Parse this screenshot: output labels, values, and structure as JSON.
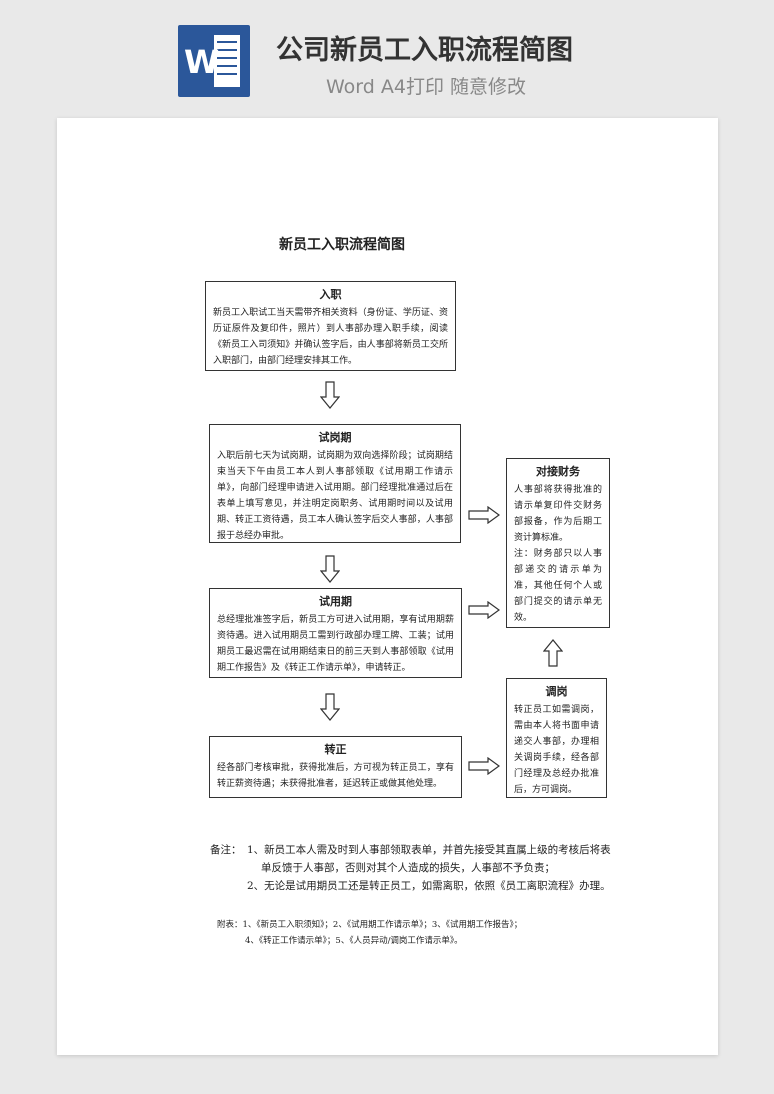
{
  "header": {
    "title": "公司新员工入职流程简图",
    "subtitle": "Word A4打印 随意修改",
    "icon_letter": "W"
  },
  "document": {
    "title": "新员工入职流程简图",
    "steps": [
      {
        "title": "入职",
        "body": "新员工入职试工当天需带齐相关资料（身份证、学历证、资历证原件及复印件，照片）到人事部办理入职手续，阅读《新员工入司须知》并确认签字后，由人事部将新员工交所入职部门，由部门经理安排其工作。"
      },
      {
        "title": "试岗期",
        "body": "入职后前七天为试岗期，试岗期为双向选择阶段；试岗期结束当天下午由员工本人到人事部领取《试用期工作请示单》，向部门经理申请进入试用期。部门经理批准通过后在表单上填写意见，并注明定岗职务、试用期时间以及试用期、转正工资待遇，员工本人确认签字后交人事部，人事部报于总经办审批。"
      },
      {
        "title": "试用期",
        "body": "总经理批准签字后，新员工方可进入试用期，享有试用期薪资待遇。进入试用期员工需到行政部办理工牌、工装；试用期员工最迟需在试用期结束日的前三天到人事部领取《试用期工作报告》及《转正工作请示单》，申请转正。"
      },
      {
        "title": "转正",
        "body": "经各部门考核审批，获得批准后，方可视为转正员工，享有转正薪资待遇；未获得批准者，延迟转正或做其他处理。"
      }
    ],
    "finance": {
      "title": "对接财务",
      "body": "人事部将获得批准的请示单复印件交财务部报备，作为后期工资计算标准。",
      "note": "注：财务部只以人事部递交的请示单为准，其他任何个人或部门提交的请示单无效。"
    },
    "transfer": {
      "title": "调岗",
      "body": "转正员工如需调岗，需由本人将书面申请递交人事部，办理相关调岗手续，经各部门经理及总经办批准后，方可调岗。"
    },
    "notes": {
      "label": "备注：",
      "item1_line1": "1、新员工本人需及时到人事部领取表单，并首先接受其直属上级的考核后将表",
      "item1_line2": "单反馈于人事部，否则对其个人造成的损失，人事部不予负责；",
      "item2": "2、无论是试用期员工还是转正员工，如需离职，依照《员工离职流程》办理。"
    },
    "attachments": {
      "line1": "附表：1、《新员工入职须知》；2、《试用期工作请示单》；3、《试用期工作报告》；",
      "line2": "4、《转正工作请示单》；5、《人员异动/调岗工作请示单》。"
    }
  }
}
